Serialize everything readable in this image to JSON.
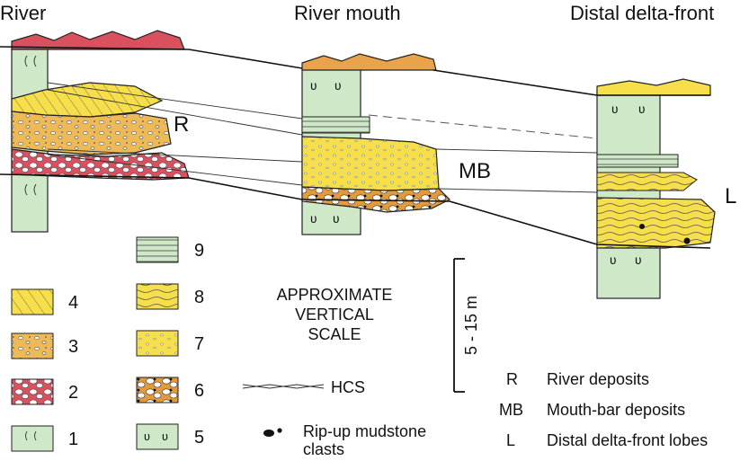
{
  "titles": {
    "river": "River",
    "river_mouth": "River mouth",
    "distal": "Distal delta-front"
  },
  "zone_labels": {
    "r": "R",
    "mb": "MB",
    "l": "L"
  },
  "legend": {
    "items": [
      {
        "num": "1",
        "pattern": "green-grass"
      },
      {
        "num": "2",
        "pattern": "red-gravel"
      },
      {
        "num": "3",
        "pattern": "yellow-pebbly"
      },
      {
        "num": "4",
        "pattern": "yellow-cross-laminated"
      },
      {
        "num": "5",
        "pattern": "green-burrowed"
      },
      {
        "num": "6",
        "pattern": "orange-conglomerate"
      },
      {
        "num": "7",
        "pattern": "yellow-sand"
      },
      {
        "num": "8",
        "pattern": "yellow-wavy"
      },
      {
        "num": "9",
        "pattern": "green-laminated"
      }
    ],
    "hcs": "HCS",
    "ripup_line1": "Rip-up mudstone",
    "ripup_line2": "clasts"
  },
  "scale": {
    "line1": "APPROXIMATE",
    "line2": "VERTICAL",
    "line3": "SCALE",
    "value": "5 - 15 m"
  },
  "abbrev": [
    {
      "code": "R",
      "desc": "River deposits"
    },
    {
      "code": "MB",
      "desc": "Mouth-bar deposits"
    },
    {
      "code": "L",
      "desc": "Distal delta-front lobes"
    }
  ],
  "colors": {
    "green": "#cfe8c8",
    "red": "#d9505e",
    "orange": "#e9a34a",
    "yellow": "#f6df4a",
    "pale_yellow": "#f7ee9a"
  }
}
